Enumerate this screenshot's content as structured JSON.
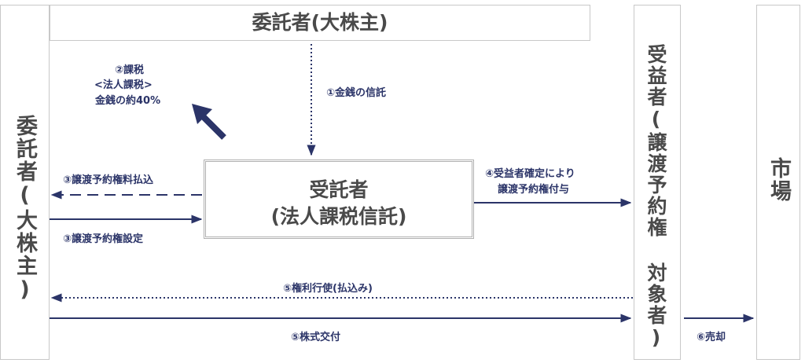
{
  "entities": {
    "top": "委託者(大株主)",
    "left": "委託者(大株主)",
    "center_line1": "受託者",
    "center_line2": "(法人課税信託)",
    "right": "受益者(譲渡予約権 対象者)",
    "market": "市場"
  },
  "labels": {
    "trust_money": "①金銭の信託",
    "tax_line1": "②課税",
    "tax_line2": "<法人課税>",
    "tax_line3": "金銭の約40%",
    "payment": "③譲渡予約権料払込",
    "setting": "③譲渡予約権設定",
    "grant_line1": "④受益者確定により",
    "grant_line2": "譲渡予約権付与",
    "exercise": "⑤権利行使(払込み)",
    "delivery": "⑤株式交付",
    "sale": "⑥売却"
  },
  "colors": {
    "arrow": "#2b3468",
    "box_border": "#c8c8c8",
    "entity_text": "#4a4a4a"
  }
}
